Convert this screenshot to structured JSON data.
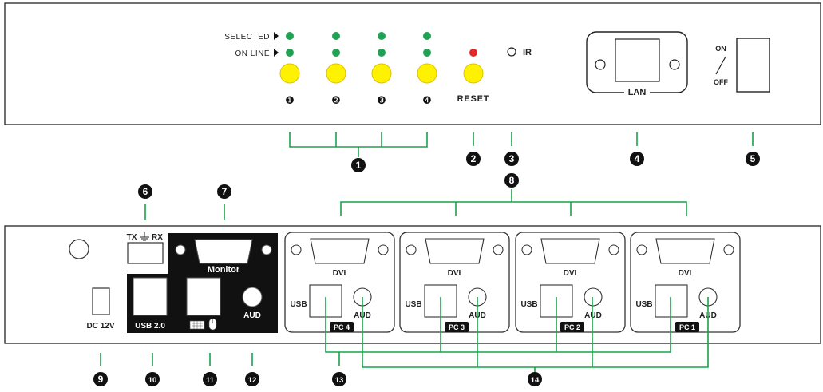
{
  "front_panel": {
    "selected_label": "SELECTED",
    "online_label": "ON LINE",
    "port_numbers": [
      "❶",
      "❷",
      "❸",
      "❹"
    ],
    "reset_label": "RESET",
    "ir_label": "IR",
    "lan_label": "LAN",
    "on_label": "ON",
    "off_label": "OFF"
  },
  "rear_panel": {
    "tx_label": "TX",
    "rx_label": "RX",
    "monitor_label": "Monitor",
    "usb2_label": "USB 2.0",
    "aud_label": "AUD",
    "dc_label": "DC 12V",
    "ports": [
      {
        "dvi": "DVI",
        "usb": "USB",
        "aud": "AUD",
        "pc": "PC 4"
      },
      {
        "dvi": "DVI",
        "usb": "USB",
        "aud": "AUD",
        "pc": "PC 3"
      },
      {
        "dvi": "DVI",
        "usb": "USB",
        "aud": "AUD",
        "pc": "PC 2"
      },
      {
        "dvi": "DVI",
        "usb": "USB",
        "aud": "AUD",
        "pc": "PC 1"
      }
    ]
  },
  "callouts": [
    "1",
    "2",
    "3",
    "4",
    "5",
    "6",
    "7",
    "8",
    "9",
    "10",
    "11",
    "12",
    "13",
    "14"
  ],
  "colors": {
    "selected_led": "#21a153",
    "online_led": "#21a153",
    "reset_led": "#e8262a",
    "button": "#fff200",
    "button_edge": "#e0c000",
    "leader": "#1aa24a",
    "panel_stroke": "#333333",
    "badge": "#111111"
  }
}
